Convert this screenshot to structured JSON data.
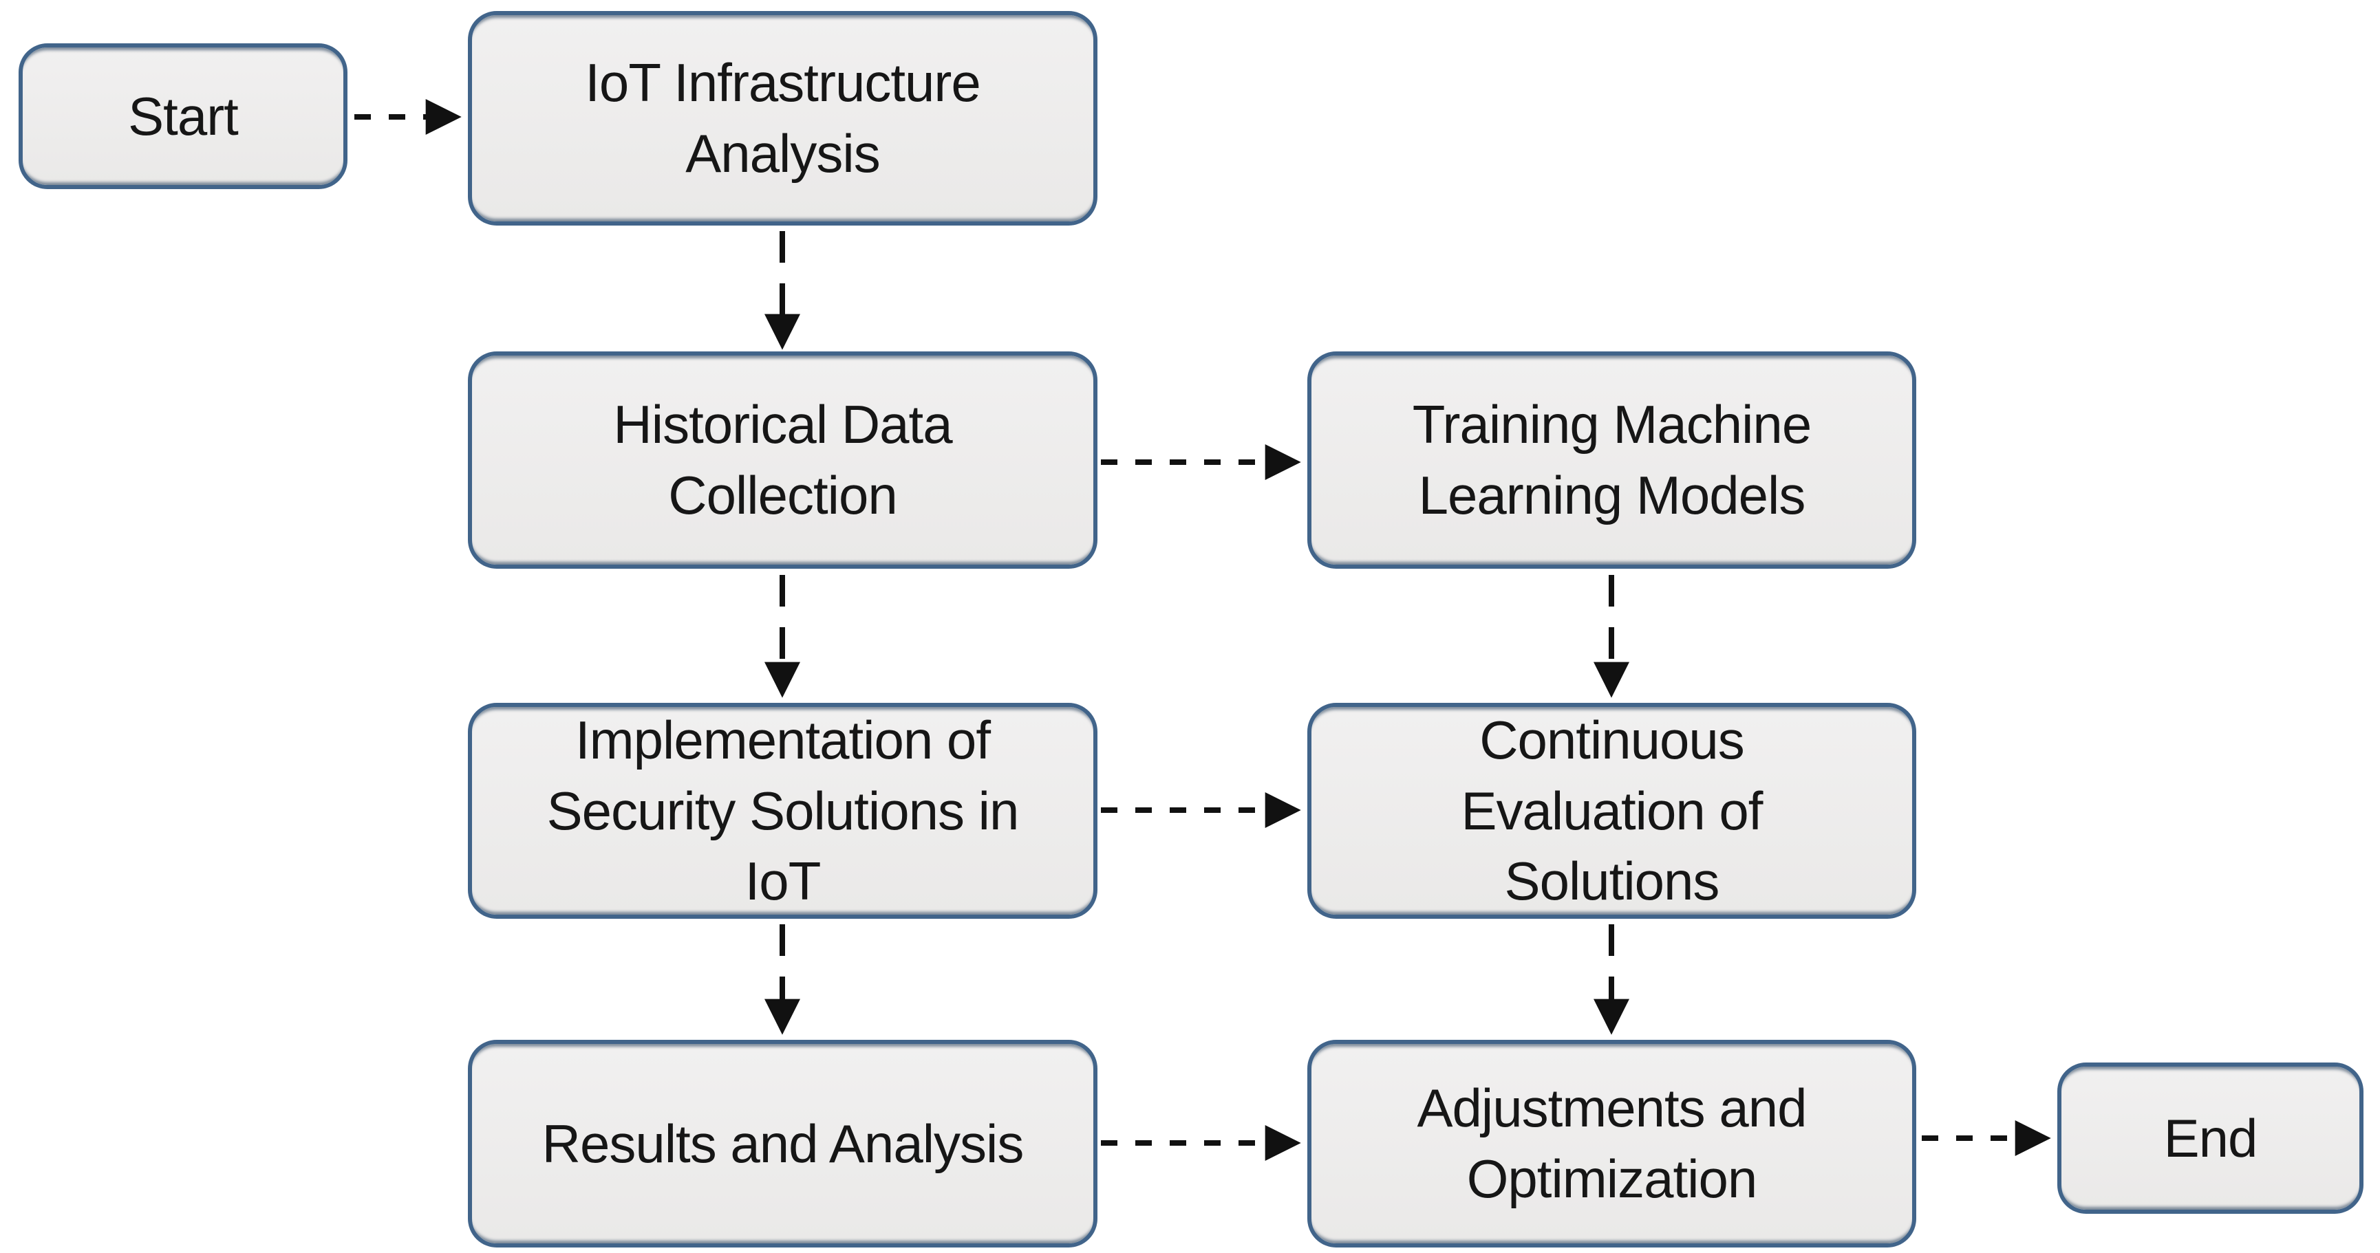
{
  "diagram": {
    "type": "flowchart",
    "background_color": "#ffffff",
    "node_fill_color": "#ecebea",
    "node_border_color": "#41648a",
    "text_color": "#161616",
    "arrow_color": "#111111",
    "arrow_style": "dashed",
    "nodes": [
      {
        "id": "start",
        "label": "Start"
      },
      {
        "id": "iot-infrastructure-analysis",
        "label": "IoT Infrastructure\nAnalysis"
      },
      {
        "id": "historical-data-collection",
        "label": "Historical Data\nCollection"
      },
      {
        "id": "training-machine-learning-models",
        "label": "Training Machine\nLearning Models"
      },
      {
        "id": "implementation-of-security-solutions-in-iot",
        "label": "Implementation of\nSecurity Solutions in\nIoT"
      },
      {
        "id": "continuous-evaluation-of-solutions",
        "label": "Continuous\nEvaluation of\nSolutions"
      },
      {
        "id": "results-and-analysis",
        "label": "Results and Analysis"
      },
      {
        "id": "adjustments-and-optimization",
        "label": "Adjustments and\nOptimization"
      },
      {
        "id": "end",
        "label": "End"
      }
    ],
    "edges": [
      {
        "from": "start",
        "to": "iot-infrastructure-analysis"
      },
      {
        "from": "iot-infrastructure-analysis",
        "to": "historical-data-collection"
      },
      {
        "from": "historical-data-collection",
        "to": "training-machine-learning-models"
      },
      {
        "from": "historical-data-collection",
        "to": "implementation-of-security-solutions-in-iot"
      },
      {
        "from": "training-machine-learning-models",
        "to": "continuous-evaluation-of-solutions"
      },
      {
        "from": "implementation-of-security-solutions-in-iot",
        "to": "continuous-evaluation-of-solutions"
      },
      {
        "from": "implementation-of-security-solutions-in-iot",
        "to": "results-and-analysis"
      },
      {
        "from": "continuous-evaluation-of-solutions",
        "to": "adjustments-and-optimization"
      },
      {
        "from": "results-and-analysis",
        "to": "adjustments-and-optimization"
      },
      {
        "from": "adjustments-and-optimization",
        "to": "end"
      }
    ]
  }
}
